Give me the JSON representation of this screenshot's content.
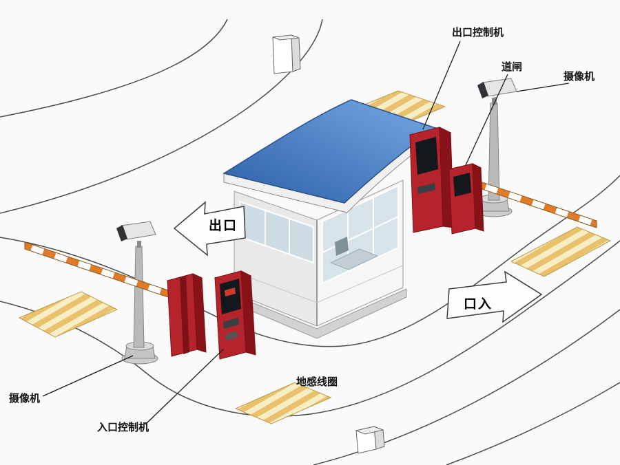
{
  "labels": {
    "exit_control_machine": "出口控制机",
    "barrier_gate": "道闸",
    "camera_top": "摄像机",
    "camera_bottom": "摄像机",
    "entrance_control_machine": "入口控制机",
    "ground_coil": "地感线圈",
    "exit_direction": "出口",
    "entrance_direction": "口入"
  },
  "colors": {
    "machine_red": "#b5242b",
    "machine_red_dark": "#871318",
    "machine_red_light": "#d0555b",
    "roof_blue_dark": "#2c5fa8",
    "roof_blue_light": "#74a8e2",
    "coil_light": "#f7eec6",
    "coil_dark": "#e9c06c",
    "stripe_orange": "#e07b28",
    "stripe_white": "#ffffff"
  }
}
